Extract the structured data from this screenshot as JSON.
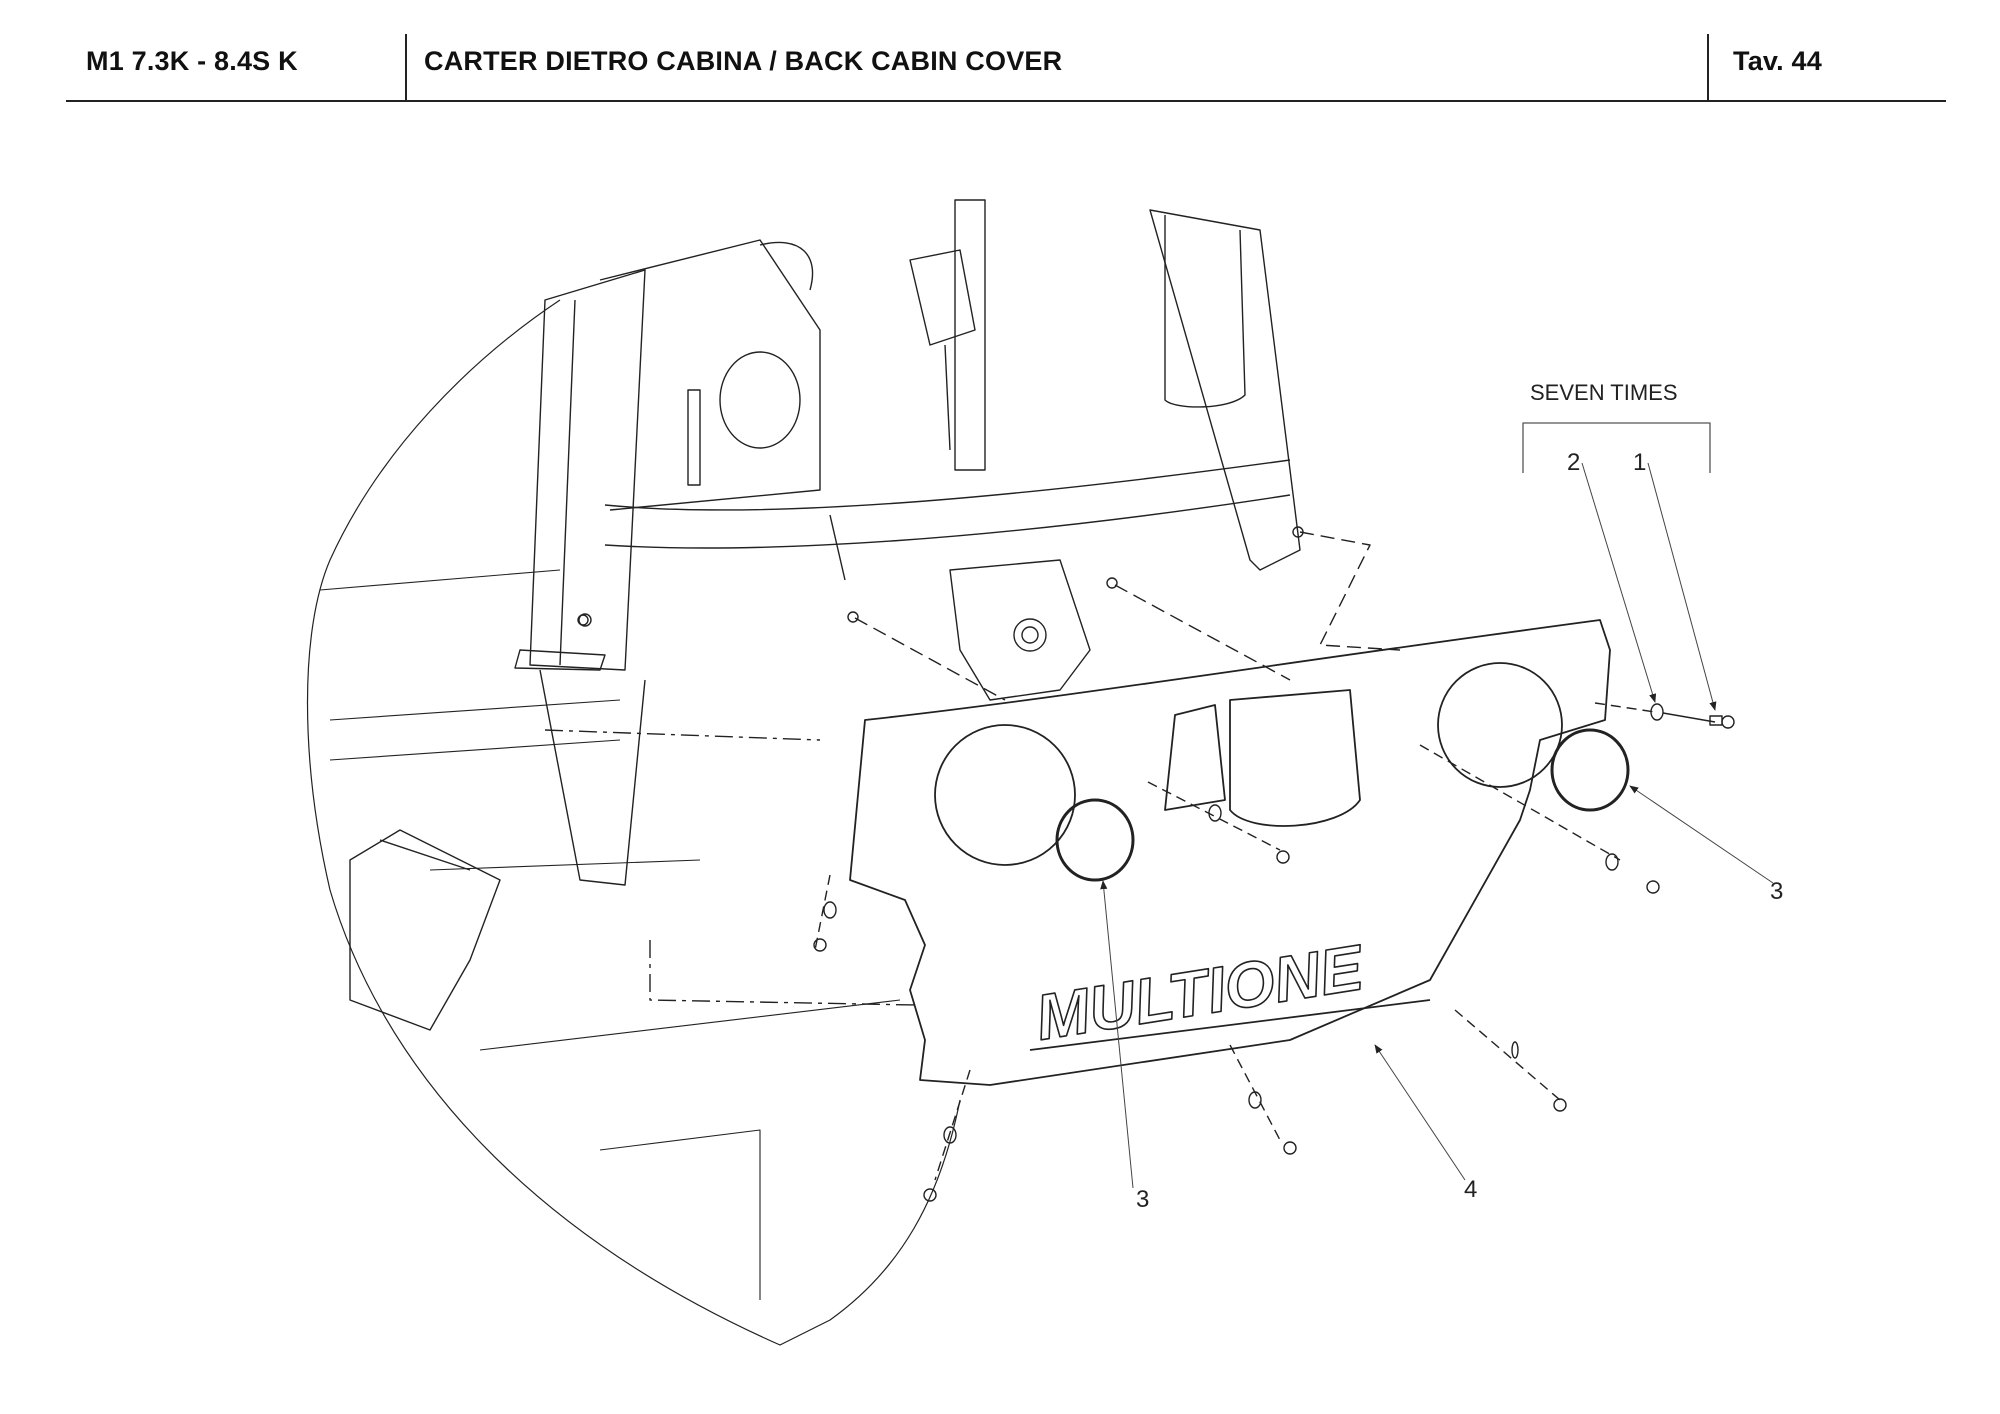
{
  "header": {
    "model": "M1 7.3K - 8.4S K",
    "title": "CARTER DIETRO CABINA / BACK CABIN COVER",
    "plate": "Tav.  44"
  },
  "drawing": {
    "logo_text": "MULTIONE",
    "group_note": "SEVEN TIMES",
    "callouts": [
      {
        "id": "callout-1",
        "label": "1",
        "part": "screw"
      },
      {
        "id": "callout-2",
        "label": "2",
        "part": "washer"
      },
      {
        "id": "callout-3-right",
        "label": "3",
        "part": "round cap (right)"
      },
      {
        "id": "callout-3-bottom",
        "label": "3",
        "part": "round cap (left)"
      },
      {
        "id": "callout-4",
        "label": "4",
        "part": "back cabin cover"
      }
    ]
  },
  "colors": {
    "line": "#222222",
    "background": "#ffffff"
  }
}
